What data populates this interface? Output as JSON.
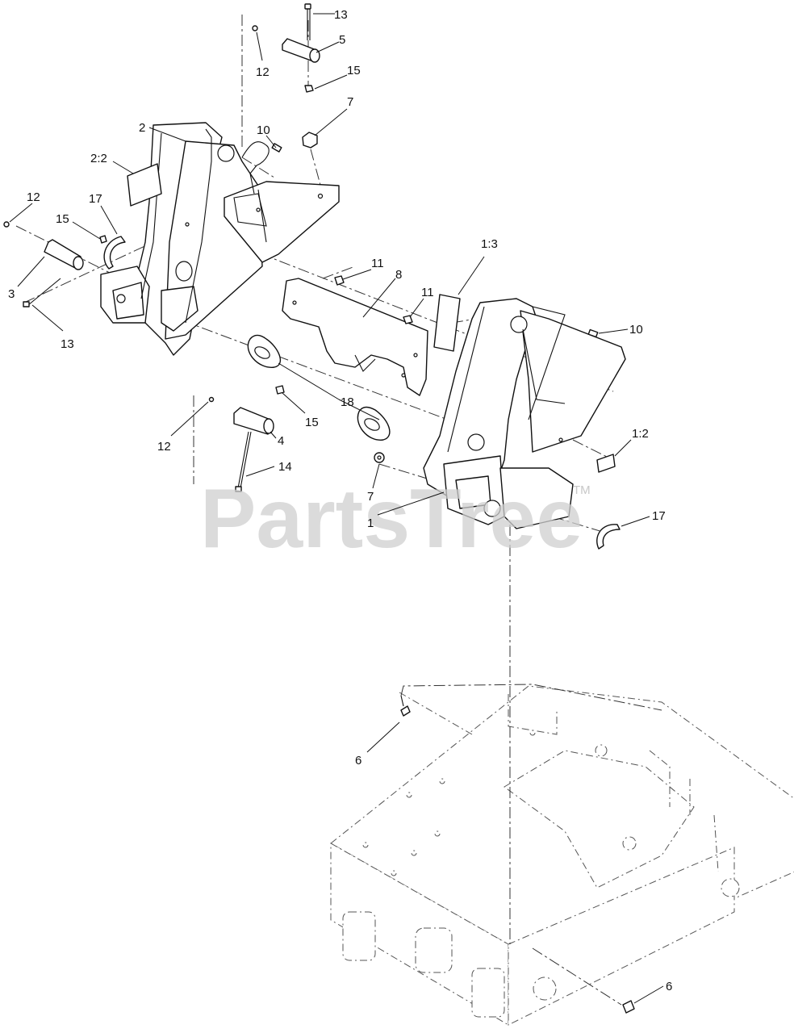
{
  "watermark": {
    "text": "PartsTree",
    "mark": "TM"
  },
  "callouts": {
    "c13_top": "13",
    "c5": "5",
    "c12_top": "12",
    "c15_top": "15",
    "c7_top": "7",
    "c10_left": "10",
    "c2": "2",
    "c2_2": "2:2",
    "c12_left": "12",
    "c17_left": "17",
    "c15_left": "15",
    "c3": "3",
    "c13_left": "13",
    "c11_a": "11",
    "c8": "8",
    "c11_b": "11",
    "c1_3": "1:3",
    "c10_right": "10",
    "c18": "18",
    "c15_mid": "15",
    "c12_mid": "12",
    "c4": "4",
    "c14": "14",
    "c7_mid": "7",
    "c1": "1",
    "c1_2": "1:2",
    "c17_right": "17",
    "c6_top": "6",
    "c6_bottom": "6"
  }
}
